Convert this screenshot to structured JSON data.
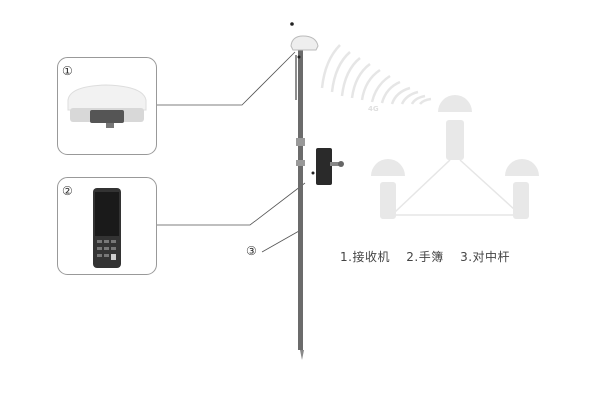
{
  "callouts": [
    {
      "number": "①"
    },
    {
      "number": "②"
    },
    {
      "number": "③"
    }
  ],
  "signal_label": "4G",
  "legend": [
    "1.接收机",
    "2.手簿",
    "3.对中杆"
  ],
  "colors": {
    "faded": "#e6e6e6",
    "line": "#555555",
    "pole": "#6b6b6b"
  }
}
